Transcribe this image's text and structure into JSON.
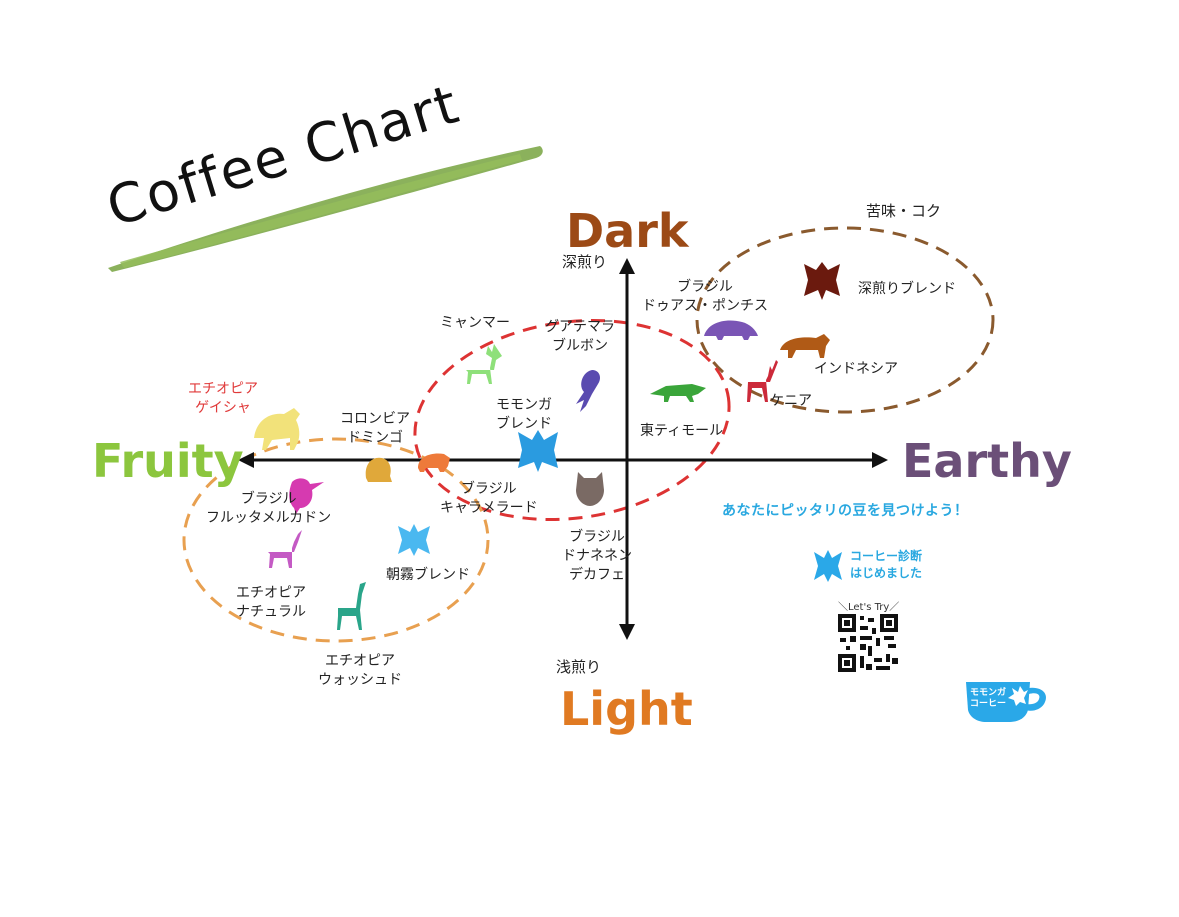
{
  "title": "Coffee Chart",
  "axes": {
    "top": {
      "word": "Dark",
      "sub": "深煎り",
      "color": "#9c4a16"
    },
    "bottom": {
      "word": "Light",
      "sub": "浅煎り",
      "color": "#e07a22"
    },
    "left": {
      "word": "Fruity",
      "color": "#8cc63e"
    },
    "right": {
      "word": "Earthy",
      "color": "#6b4f78"
    }
  },
  "clusters": {
    "bitter": {
      "label": "苦味・コク",
      "color": "#8a5a2e"
    },
    "middle": {
      "color": "#dd3333"
    },
    "fruity": {
      "color": "#e8a050"
    }
  },
  "coffees": {
    "ethiopia_geisha": {
      "lines": [
        "エチオピア",
        "ゲイシャ"
      ],
      "color": "#e03a3a",
      "animal_color": "#f2e27a",
      "icon": "hyena-icon"
    },
    "myanmar": {
      "lines": [
        "ミャンマー"
      ],
      "color": "#222222",
      "animal_color": "#8ee07a",
      "icon": "deer-icon"
    },
    "guatemala_bourbon": {
      "lines": [
        "グアテマラ",
        "ブルボン"
      ],
      "color": "#222222",
      "animal_color": "#5a4bb0",
      "icon": "parrot-icon"
    },
    "brazil_dois_pontes": {
      "lines": [
        "ブラジル",
        "ドゥアス・ポンチス"
      ],
      "color": "#222222",
      "animal_color": "#7a55b5",
      "icon": "armadillo-icon"
    },
    "dark_blend": {
      "lines": [
        "深煎りブレンド"
      ],
      "color": "#222222",
      "animal_color": "#6b1a0e",
      "icon": "flying-squirrel-icon"
    },
    "indonesia": {
      "lines": [
        "インドネシア"
      ],
      "color": "#222222",
      "animal_color": "#b05a16",
      "icon": "tiger-icon"
    },
    "kenya": {
      "lines": [
        "ケニア"
      ],
      "color": "#222222",
      "animal_color": "#cc2a3a",
      "icon": "gazelle-icon"
    },
    "east_timor": {
      "lines": [
        "東ティモール"
      ],
      "color": "#222222",
      "animal_color": "#3aa53a",
      "icon": "crocodile-icon"
    },
    "momonga_blend": {
      "lines": [
        "モモンガ",
        "ブレンド"
      ],
      "color": "#222222",
      "animal_color": "#2a9be0",
      "icon": "flying-squirrel-icon"
    },
    "colombia_domingo": {
      "lines": [
        "コロンビア",
        "ドミンゴ"
      ],
      "color": "#222222",
      "animal_color": "#e0a83a",
      "icon": "monkey-icon"
    },
    "brazil_caramel": {
      "lines": [
        "ブラジル",
        "キャラメラード"
      ],
      "color": "#222222",
      "animal_color": "#ee7a3a",
      "icon": "capybara-icon"
    },
    "brazil_decaf": {
      "lines": [
        "ブラジル",
        "ドナネネン",
        "デカフェ"
      ],
      "color": "#222222",
      "animal_color": "#7a6a64",
      "icon": "owl-icon"
    },
    "brazil_fruta": {
      "lines": [
        "ブラジル",
        "フルッタメルカドン"
      ],
      "color": "#222222",
      "animal_color": "#d63ab0",
      "icon": "toucan-icon"
    },
    "morning_mist": {
      "lines": [
        "朝霧ブレンド"
      ],
      "color": "#222222",
      "animal_color": "#4ab8f0",
      "icon": "flying-squirrel-icon"
    },
    "ethiopia_natural": {
      "lines": [
        "エチオピア",
        "ナチュラル"
      ],
      "color": "#222222",
      "animal_color": "#c45ac4",
      "icon": "deer-icon"
    },
    "ethiopia_washed": {
      "lines": [
        "エチオピア",
        "ウォッシュド"
      ],
      "color": "#222222",
      "animal_color": "#2aa58a",
      "icon": "giraffe-icon"
    }
  },
  "tagline": "あなたにピッタリの豆を見つけよう！",
  "promo": {
    "line1": "コーヒー診断",
    "line2": "はじめました",
    "icon": "flying-squirrel-icon"
  },
  "lets_try": "＼Let's Try／",
  "qr": {
    "icon": "qr-code-icon"
  },
  "logo": {
    "line1": "モモンガ",
    "line2": "コーヒー",
    "color": "#2aa8e8",
    "icon": "coffee-cup-icon"
  }
}
